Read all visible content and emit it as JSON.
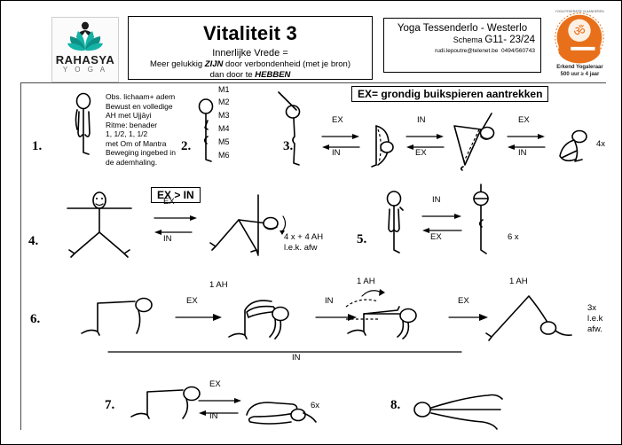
{
  "header": {
    "logo": {
      "name": "RAHASYA",
      "sub": "Y O G A",
      "icon": "lotus-icon",
      "color": "#13b3a6"
    },
    "title": {
      "main": "Vitaliteit 3",
      "line1": "Innerlijke Vrede =",
      "line2_a": "Meer gelukkig ",
      "line2_b": "ZIJN",
      "line2_c": " door verbondenheid (met je bron)",
      "line3_a": "dan door te ",
      "line3_b": "HEBBEN"
    },
    "contact": {
      "studio": "Yoga Tessenderlo - Westerlo",
      "schema_label": "Schema ",
      "schema_value": "G11- 23/24",
      "email": "rudi.lepoutre@telenet.be",
      "phone": "0494/560743"
    },
    "seal": {
      "ring_text": "YOGA FEDERATIE VLAANDEREN ERKEND LERAAR",
      "om": "ॐ",
      "caption_1": "Erkend Yogaleraar",
      "caption_2": "500 uur ≥ 4 jaar",
      "color": "#e8701a"
    }
  },
  "banners": {
    "ex_abdominals": "EX= grondig buikspieren aantrekken",
    "ex_gt_in": "EX > IN"
  },
  "exercises": [
    {
      "num": "1.",
      "text": "Obs. lichaam+ adem\nBewust en volledige\nAH met Ujjāyi\nRitme: benader\n1, 1/2, 1, 1/2\nmet Om of Mantra\nBeweging ingebed in\nde ademhaling."
    },
    {
      "num": "2.",
      "markers": [
        "M1",
        "M2",
        "M3",
        "M4",
        "M5",
        "M6"
      ]
    },
    {
      "num": "3.",
      "arrows": [
        {
          "top": "EX",
          "bottom": "IN"
        },
        {
          "top": "IN",
          "bottom": "EX"
        },
        {
          "top": "EX",
          "bottom": "IN"
        }
      ],
      "count": "4x"
    },
    {
      "num": "4.",
      "arrows": [
        {
          "top": "EX",
          "bottom": "IN"
        }
      ],
      "count": "4 x +  4 AH\nl.e.k. afw"
    },
    {
      "num": "5.",
      "arrows": [
        {
          "top": "IN",
          "bottom": "EX"
        }
      ],
      "count": "6 x"
    },
    {
      "num": "6.",
      "arrows": [
        {
          "top": "EX"
        },
        {
          "top": "IN"
        },
        {
          "top": "EX"
        }
      ],
      "ah_labels": [
        "1 AH",
        "1 AH",
        "1 AH"
      ],
      "baseline_label": "IN",
      "count": "3x\nl.e.k\nafw."
    },
    {
      "num": "7.",
      "arrows": [
        {
          "top": "EX",
          "bottom": "IN"
        }
      ],
      "count": "6x"
    },
    {
      "num": "8.",
      "count": ""
    }
  ]
}
